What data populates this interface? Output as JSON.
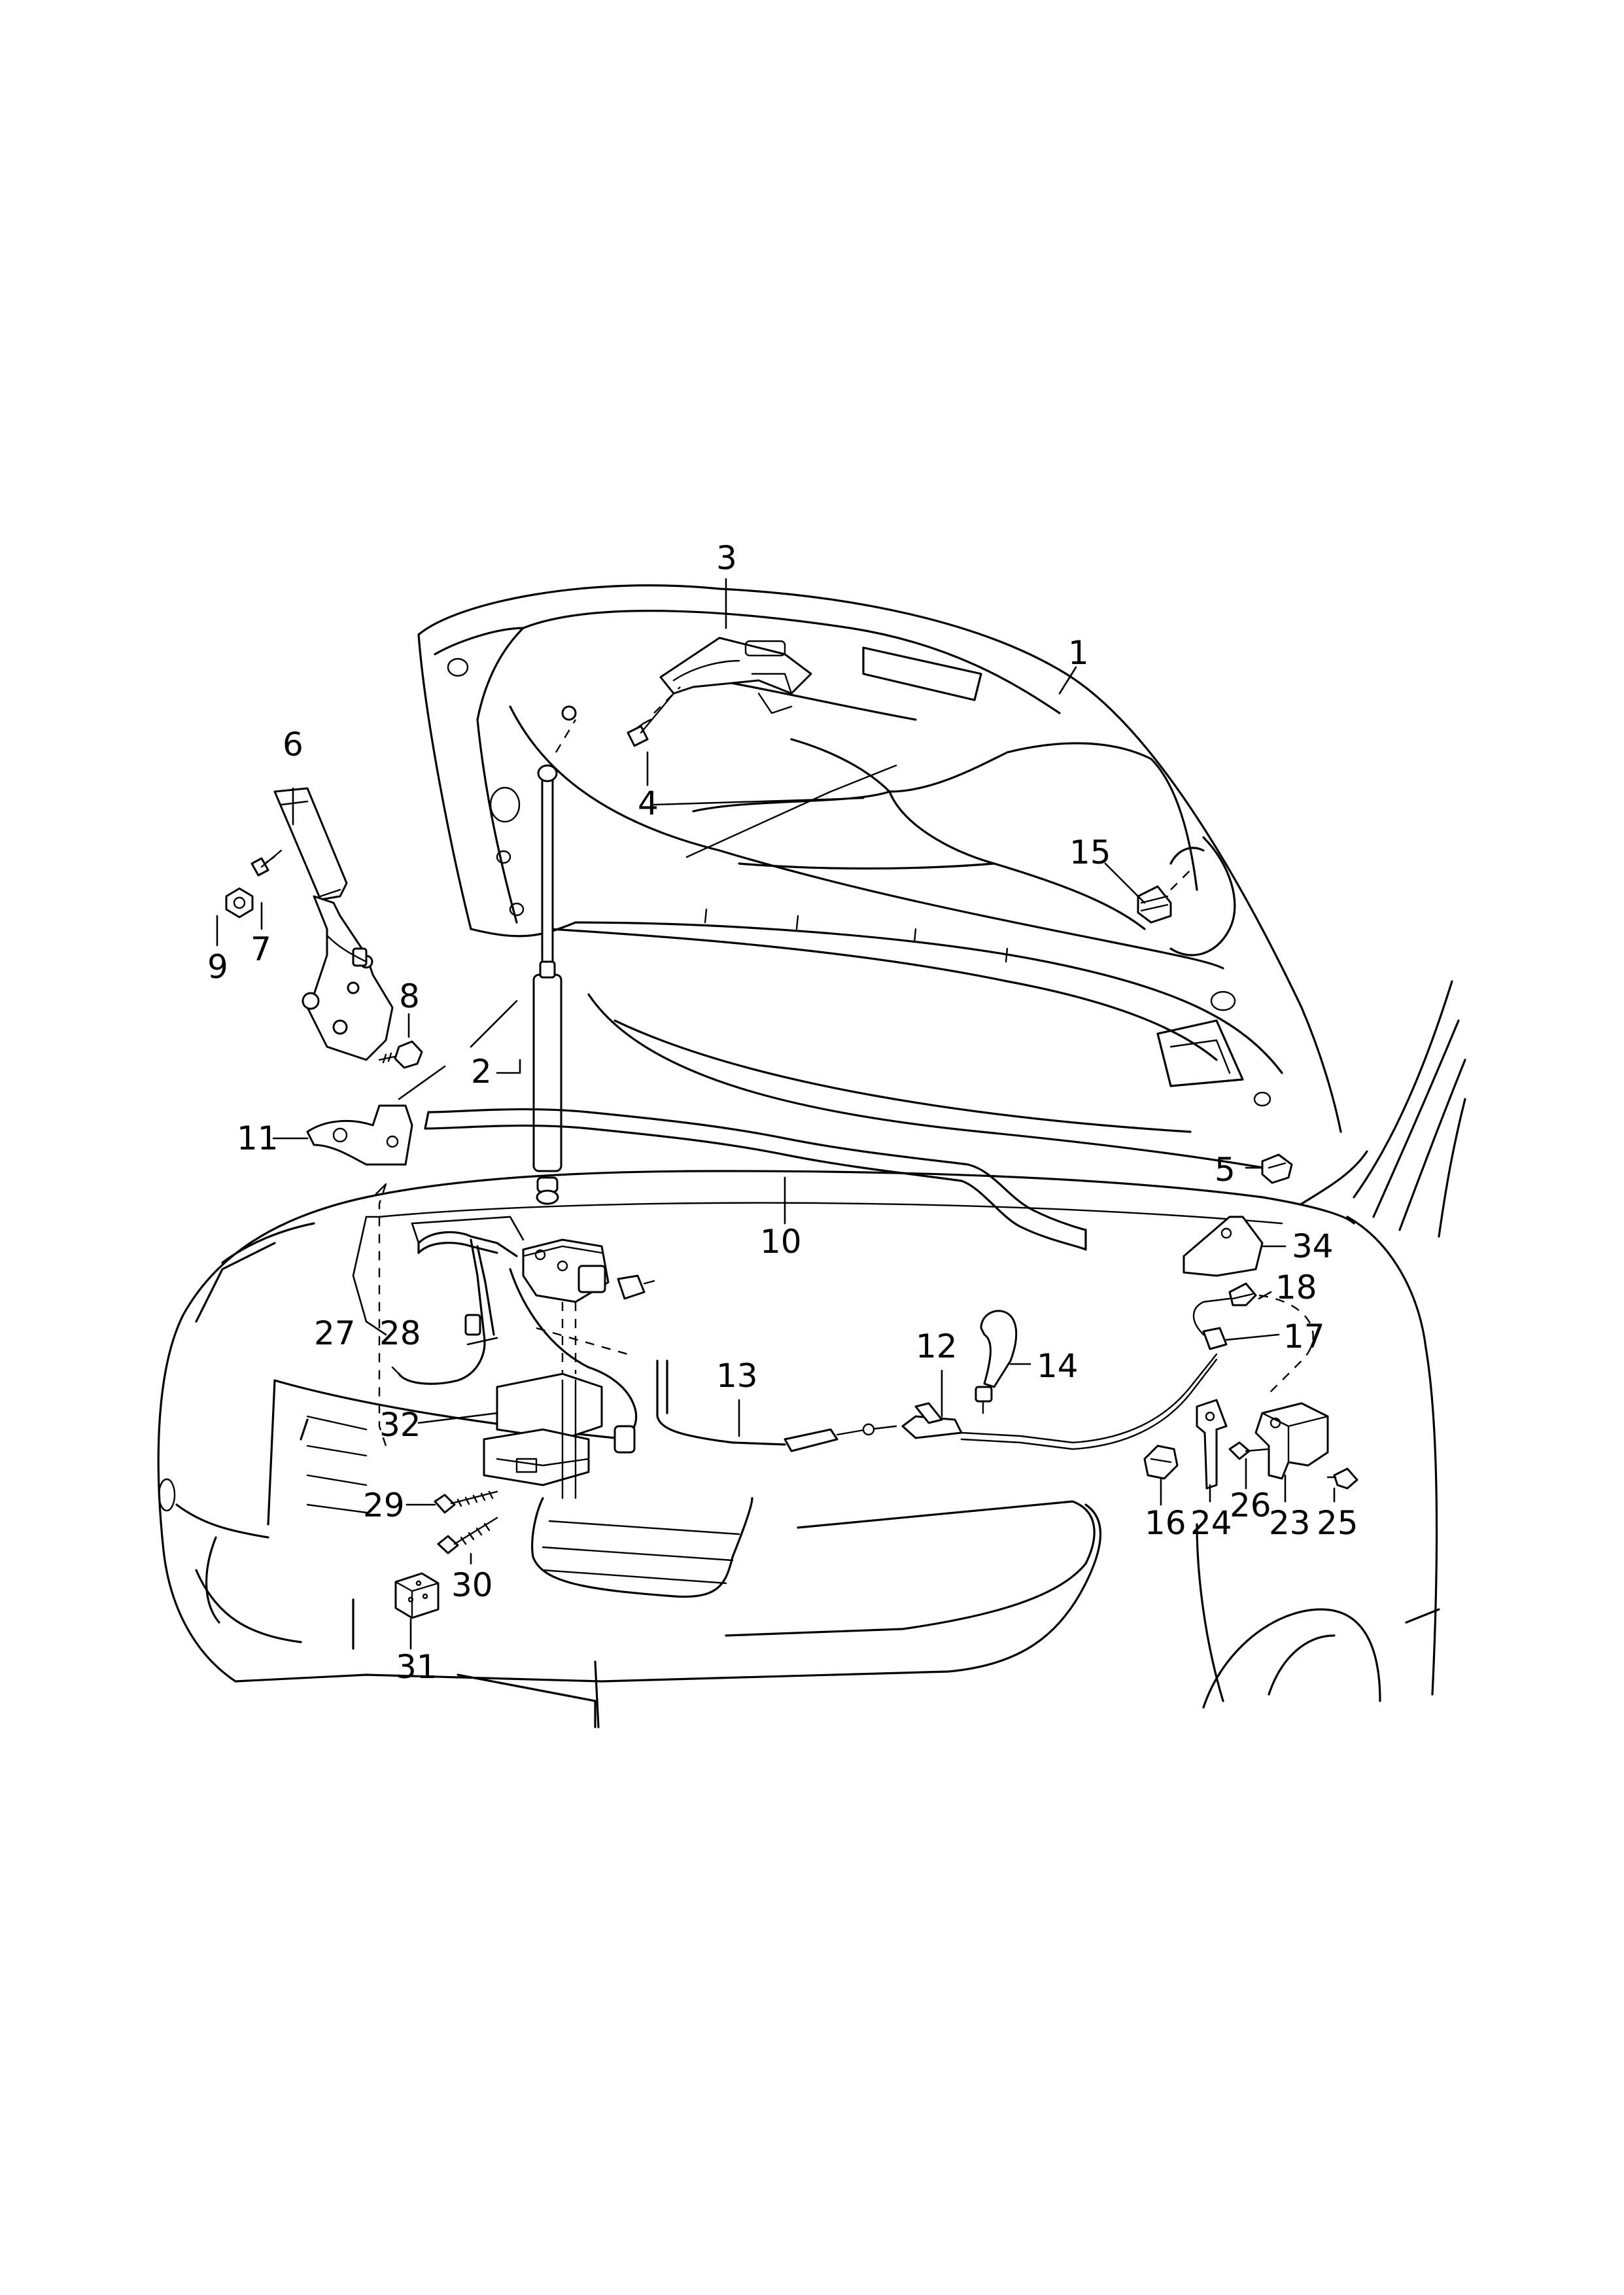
{
  "callouts": [
    {
      "id": "c1",
      "label": "1"
    },
    {
      "id": "c2",
      "label": "2"
    },
    {
      "id": "c3",
      "label": "3"
    },
    {
      "id": "c4",
      "label": "4"
    },
    {
      "id": "c5",
      "label": "5"
    },
    {
      "id": "c6",
      "label": "6"
    },
    {
      "id": "c7",
      "label": "7"
    },
    {
      "id": "c8",
      "label": "8"
    },
    {
      "id": "c9",
      "label": "9"
    },
    {
      "id": "c10",
      "label": "10"
    },
    {
      "id": "c11",
      "label": "11"
    },
    {
      "id": "c12",
      "label": "12"
    },
    {
      "id": "c13",
      "label": "13"
    },
    {
      "id": "c14",
      "label": "14"
    },
    {
      "id": "c15",
      "label": "15"
    },
    {
      "id": "c16",
      "label": "16"
    },
    {
      "id": "c17",
      "label": "17"
    },
    {
      "id": "c18",
      "label": "18"
    },
    {
      "id": "c23",
      "label": "23"
    },
    {
      "id": "c24",
      "label": "24"
    },
    {
      "id": "c25",
      "label": "25"
    },
    {
      "id": "c26",
      "label": "26"
    },
    {
      "id": "c27",
      "label": "27"
    },
    {
      "id": "c28",
      "label": "28"
    },
    {
      "id": "c29",
      "label": "29"
    },
    {
      "id": "c30",
      "label": "30"
    },
    {
      "id": "c31",
      "label": "31"
    },
    {
      "id": "c32",
      "label": "32"
    },
    {
      "id": "c34",
      "label": "34"
    }
  ]
}
